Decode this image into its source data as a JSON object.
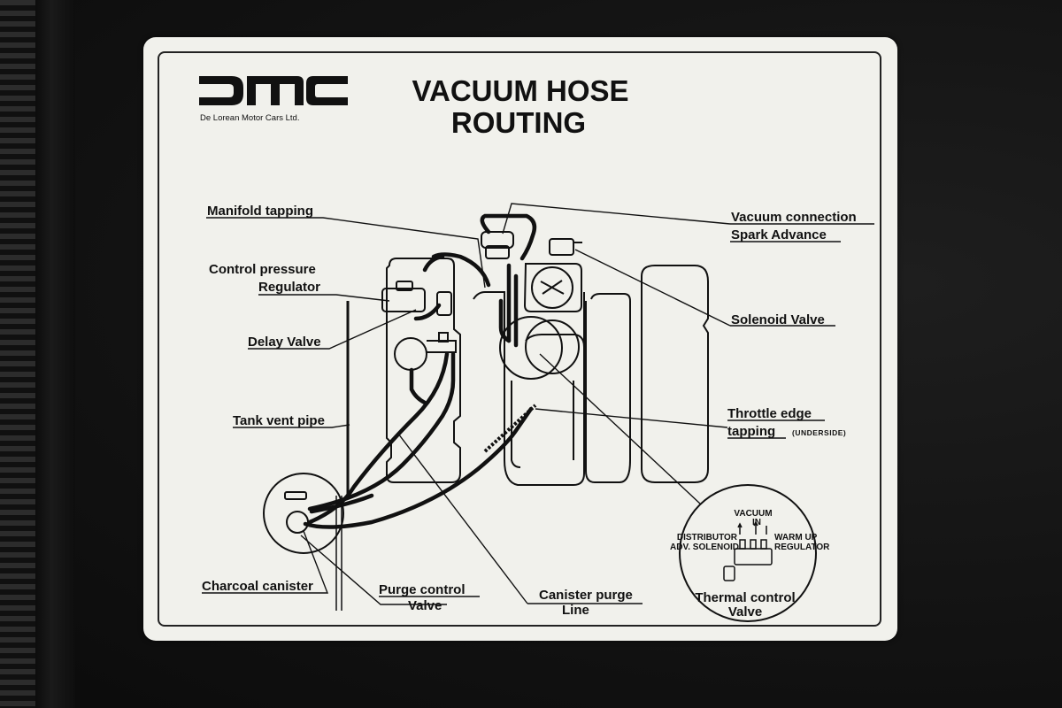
{
  "logo": {
    "mark": "DMC",
    "company": "De Lorean Motor Cars Ltd."
  },
  "title": {
    "line1": "VACUUM HOSE",
    "line2": "ROUTING"
  },
  "labels": {
    "manifold_tapping": "Manifold tapping",
    "control_pressure_1": "Control pressure",
    "control_pressure_2": "Regulator",
    "delay_valve": "Delay Valve",
    "tank_vent_pipe": "Tank vent pipe",
    "charcoal_canister": "Charcoal canister",
    "purge_control_1": "Purge control",
    "purge_control_2": "Valve",
    "canister_purge_1": "Canister purge",
    "canister_purge_2": "Line",
    "vacuum_connection_1": "Vacuum connection",
    "vacuum_connection_2": "Spark Advance",
    "solenoid_valve": "Solenoid Valve",
    "throttle_edge_1": "Throttle edge",
    "throttle_edge_2": "tapping",
    "throttle_edge_note": "(UNDERSIDE)",
    "thermal_control_1": "Thermal control",
    "thermal_control_2": "Valve"
  },
  "thermal_detail": {
    "vacuum_1": "VACUUM",
    "vacuum_2": "IN",
    "distributor_1": "DISTRIBUTOR",
    "distributor_2": "ADV. SOLENOID",
    "warm_up_1": "WARM UP",
    "warm_up_2": "REGULATOR"
  }
}
